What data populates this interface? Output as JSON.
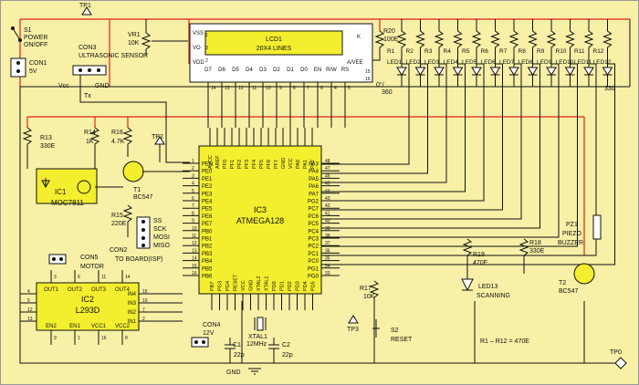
{
  "power": {
    "switch_ref": "S1",
    "switch_name": "POWER",
    "switch_state": "ON/OFF",
    "con_ref": "CON1",
    "con_voltage": "5V",
    "tp1": "TP1"
  },
  "pot": {
    "ref": "VR1",
    "value": "10K"
  },
  "ultrasonic": {
    "ref": "CON3",
    "name": "ULTRASONIC SENSOR",
    "pins": [
      "Vcc",
      "GND",
      "Tx"
    ]
  },
  "lcd": {
    "ref": "LCD1",
    "name": "20X4 LINES",
    "pins_top": [
      "VSS",
      "VO",
      "VDD"
    ],
    "pins_right": [
      "K",
      "A/VEE"
    ],
    "pins_bottom": [
      "D7",
      "D6",
      "D5",
      "D4",
      "D3",
      "D2",
      "D1",
      "D0",
      "EN",
      "R/W",
      "RS"
    ],
    "pin_numbers": [
      "1",
      "3",
      "2",
      "14",
      "13",
      "12",
      "11",
      "10",
      "9",
      "8",
      "7",
      "6",
      "4",
      "5",
      "15",
      "16"
    ]
  },
  "r20": {
    "ref": "R20",
    "value": "100E"
  },
  "leds": {
    "resistors": [
      "R1",
      "R2",
      "R3",
      "R4",
      "R5",
      "R6",
      "R7",
      "R8",
      "R9",
      "R10",
      "R11",
      "R12"
    ],
    "leds": [
      "LED1",
      "LED2",
      "LED3",
      "LED4",
      "LED5",
      "LED6",
      "LED7",
      "LED8",
      "LED9",
      "LED10",
      "LED11",
      "LED12"
    ],
    "angle_start": "0°/",
    "angle_end": "360",
    "angle_step": "330",
    "note": "R1 – R12 = 470E"
  },
  "opto": {
    "ic_ref": "IC1",
    "ic_name": "MOC7811",
    "r13": "R13",
    "r13v": "330E",
    "r14": "R14",
    "r14v": "1K",
    "r16": "R16",
    "r16v": "4.7K",
    "r15": "R15",
    "r15v": "220E",
    "t1": "T1",
    "t1name": "BC547",
    "tp2": "TP2"
  },
  "mcu": {
    "ref": "IC3",
    "name": "ATMEGA128",
    "left_pins": [
      "PEN",
      "PE0",
      "PE1",
      "PE2",
      "PE3",
      "PE4",
      "PE5",
      "PE6",
      "PE7",
      "PB0",
      "PB1",
      "PB2",
      "PB3",
      "PB4",
      "PB5",
      "PB6"
    ],
    "left_nums": [
      "1",
      "2",
      "3",
      "4",
      "5",
      "6",
      "7",
      "8",
      "9",
      "10",
      "11",
      "12",
      "13",
      "14",
      "15",
      "16"
    ],
    "right_pins": [
      "PA3",
      "PA4",
      "PA5",
      "PA6",
      "PA7",
      "PG2",
      "PC7",
      "PC6",
      "PC5",
      "PC4",
      "PC3",
      "PC2",
      "PC1",
      "PC0",
      "PG1",
      "PG0"
    ],
    "right_nums": [
      "48",
      "47",
      "46",
      "45",
      "44",
      "43",
      "42",
      "41",
      "40",
      "39",
      "38",
      "37",
      "36",
      "35",
      "34",
      "33"
    ],
    "top_pins": [
      "AVCC",
      "AREF",
      "PF0",
      "PF1",
      "PF2",
      "PF3",
      "PF4",
      "PF5",
      "PF6",
      "PF7",
      "GND",
      "VCC",
      "PA0",
      "PA1",
      "PA2"
    ],
    "bottom_pins": [
      "PB7",
      "PG3",
      "PG4",
      "RESET",
      "VCC",
      "GND",
      "XTAL2",
      "XTAL1",
      "PD0",
      "PD1",
      "PD2",
      "PD3",
      "PD4",
      "PD5"
    ]
  },
  "isp": {
    "ref": "CON2",
    "name": "TO BOARD(ISP)",
    "pins": [
      "SS",
      "SCK",
      "MOSI",
      "MISO"
    ]
  },
  "motor": {
    "ref": "CON5",
    "name": "MOTOR"
  },
  "driver": {
    "ref": "IC2",
    "name": "L293D",
    "top_pins": [
      "OUT1",
      "OUT2",
      "OUT3",
      "OUT4"
    ],
    "bottom_pins": [
      "EN2",
      "EN1",
      "VCC1",
      "VCC2"
    ],
    "right_pins": [
      "IN4",
      "IN3",
      "IN2",
      "IN1"
    ],
    "left_nums": [
      "4",
      "5",
      "12",
      "13"
    ],
    "top_nums": [
      "3",
      "6",
      "11",
      "14"
    ],
    "right_nums": [
      "15",
      "10",
      "7",
      "2"
    ],
    "bottom_nums": [
      "9",
      "1",
      "16",
      "8"
    ]
  },
  "supply": {
    "con_ref": "CON4",
    "con_voltage": "12V",
    "c1": "C1",
    "c1v": "22p",
    "c2": "C2",
    "c2v": "22p",
    "xtal": "XTAL1",
    "xtal_value": "12MHz",
    "gnd": "GND"
  },
  "reset": {
    "r17": "R17",
    "r17v": "10K",
    "tp3": "TP3",
    "s2": "S2",
    "s2name": "RESET"
  },
  "led13": {
    "r19": "R19",
    "r19v": "470E",
    "ref": "LED13",
    "name": "SCANNING"
  },
  "buzzer": {
    "r18": "R18",
    "r18v": "330E",
    "ref": "PZ1",
    "name": "PIEZO",
    "name2": "BUZZER",
    "t2": "T2",
    "t2name": "BC547"
  },
  "tp0": "TP0"
}
